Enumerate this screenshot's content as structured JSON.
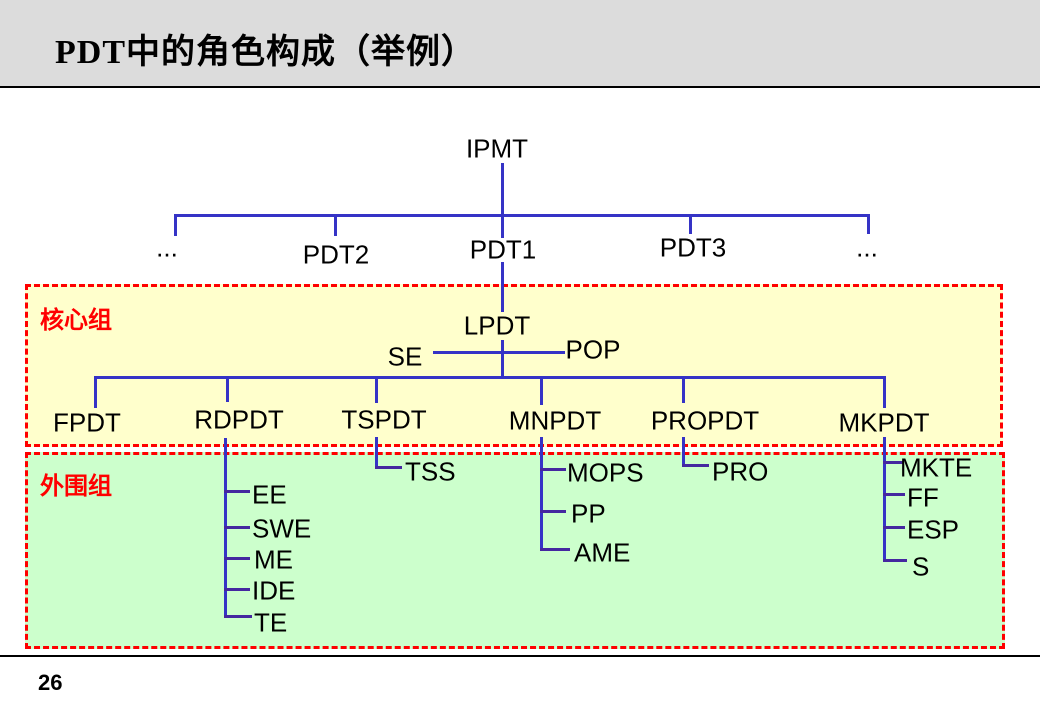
{
  "slide": {
    "title": "PDT中的角色构成（举例）",
    "page_number": "26"
  },
  "colors": {
    "header_bg": "#dcdcdc",
    "connector_blue": "#3533c6",
    "tick_purple": "#4527a0",
    "core_box_bg": "#ffffcc",
    "peripheral_box_bg": "#ccffcc",
    "box_border_red": "#ff0000",
    "group_label_red": "#ff0000"
  },
  "org_chart": {
    "root": "IPMT",
    "level1": [
      "...",
      "PDT2",
      "PDT1",
      "PDT3",
      "..."
    ],
    "core_group": {
      "label": "核心组",
      "leader": "LPDT",
      "staff_left": "SE",
      "staff_right": "POP",
      "teams": [
        "FPDT",
        "RDPDT",
        "TSPDT",
        "MNPDT",
        "PROPDT",
        "MKPDT"
      ]
    },
    "peripheral_group": {
      "label": "外围组",
      "rdpdt_members": [
        "EE",
        "SWE",
        "ME",
        "IDE",
        "TE"
      ],
      "tspdt_members": [
        "TSS"
      ],
      "mnpdt_members": [
        "MOPS",
        "PP",
        "AME"
      ],
      "propdt_members": [
        "PRO"
      ],
      "mkpdt_members": [
        "MKTE",
        "FF",
        "ESP",
        "S"
      ]
    }
  }
}
